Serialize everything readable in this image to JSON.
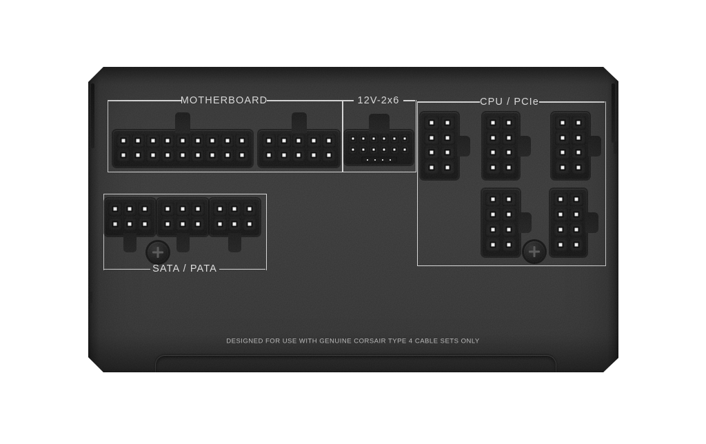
{
  "page": {
    "background": "#ffffff",
    "subject": "Modular cable panel of a Corsair power supply unit"
  },
  "panel": {
    "body_color": "#353535",
    "outline_color": "#d8d8d8",
    "connector_color": "#161616",
    "pin_dot_color": "#f2f2f2"
  },
  "sections": {
    "motherboard": {
      "label": "MOTHERBOARD"
    },
    "v12": {
      "label": "12V-2x6"
    },
    "cpu_pcie": {
      "label": "CPU / PCIe"
    },
    "sata_pata": {
      "label": "SATA / PATA"
    }
  },
  "footer": {
    "notice": "DESIGNED FOR USE WITH GENUINE CORSAIR TYPE 4 CABLE SETS ONLY"
  },
  "hardware": {
    "phillips_screws": 2
  },
  "connectors": [
    {
      "id": "atx-18pin",
      "section": "MOTHERBOARD",
      "type": "18-pin socket",
      "cols": 9,
      "rows": 2,
      "latch": "top",
      "pin_size": "m"
    },
    {
      "id": "atx-10pin",
      "section": "MOTHERBOARD",
      "type": "10-pin socket",
      "cols": 5,
      "rows": 2,
      "latch": "top",
      "pin_size": "m"
    },
    {
      "id": "12v-2x6",
      "section": "12V-2x6",
      "type": "12+4-pin 12V-2x6 socket",
      "cols": 6,
      "rows": 2,
      "latch": "top",
      "pin_size": "s",
      "sense_pins": 4
    },
    {
      "id": "pcie-top-1",
      "section": "CPU / PCIe",
      "type": "8-pin socket",
      "cols": 2,
      "rows": 4,
      "latch": "right",
      "pin_size": "m"
    },
    {
      "id": "pcie-top-2",
      "section": "CPU / PCIe",
      "type": "8-pin socket",
      "cols": 2,
      "rows": 4,
      "latch": "right",
      "pin_size": "m"
    },
    {
      "id": "pcie-top-3",
      "section": "CPU / PCIe",
      "type": "8-pin socket",
      "cols": 2,
      "rows": 4,
      "latch": "right",
      "pin_size": "m"
    },
    {
      "id": "pcie-bottom-1",
      "section": "CPU / PCIe",
      "type": "8-pin socket",
      "cols": 2,
      "rows": 4,
      "latch": "right",
      "pin_size": "m"
    },
    {
      "id": "pcie-bottom-2",
      "section": "CPU / PCIe",
      "type": "8-pin socket",
      "cols": 2,
      "rows": 4,
      "latch": "right",
      "pin_size": "m"
    },
    {
      "id": "sata-1",
      "section": "SATA / PATA",
      "type": "6-pin socket",
      "cols": 3,
      "rows": 2,
      "latch": "bottom",
      "pin_size": "m"
    },
    {
      "id": "sata-2",
      "section": "SATA / PATA",
      "type": "6-pin socket",
      "cols": 3,
      "rows": 2,
      "latch": "bottom",
      "pin_size": "m"
    },
    {
      "id": "sata-3",
      "section": "SATA / PATA",
      "type": "6-pin socket",
      "cols": 3,
      "rows": 2,
      "latch": "bottom",
      "pin_size": "m"
    }
  ]
}
